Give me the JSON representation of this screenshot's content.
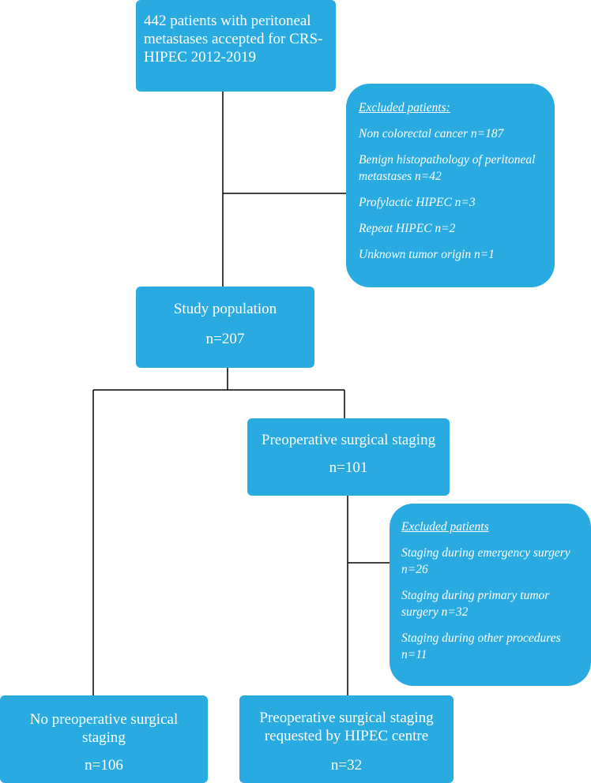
{
  "top_box": {
    "text": "442 patients with peritoneal metastases accepted for CRS-HIPEC 2012-2019"
  },
  "exclusion_1": {
    "heading": "Excluded patients:",
    "items": [
      "Non colorectal cancer n=187",
      "Benign histopathology of peritoneal metastases n=42",
      "Profylactic HIPEC n=3",
      "Repeat HIPEC n=2",
      "Unknown tumor origin n=1"
    ]
  },
  "study_population": {
    "label": "Study population",
    "count": "n=207"
  },
  "preop_staging": {
    "label": "Preoperative surgical staging",
    "count": "n=101"
  },
  "exclusion_2": {
    "heading": "Excluded patients",
    "items": [
      "Staging during emergency surgery n=26",
      "Staging during primary tumor surgery n=32",
      "Staging during other procedures n=11"
    ]
  },
  "no_staging": {
    "label": "No preoperative surgical staging",
    "count": "n=106"
  },
  "requested_staging": {
    "label": "Preoperative surgical staging requested by HIPEC centre",
    "count": "n=32"
  },
  "colors": {
    "box_fill": "#29abe2",
    "box_text": "#ffffff",
    "connector": "#000000"
  }
}
